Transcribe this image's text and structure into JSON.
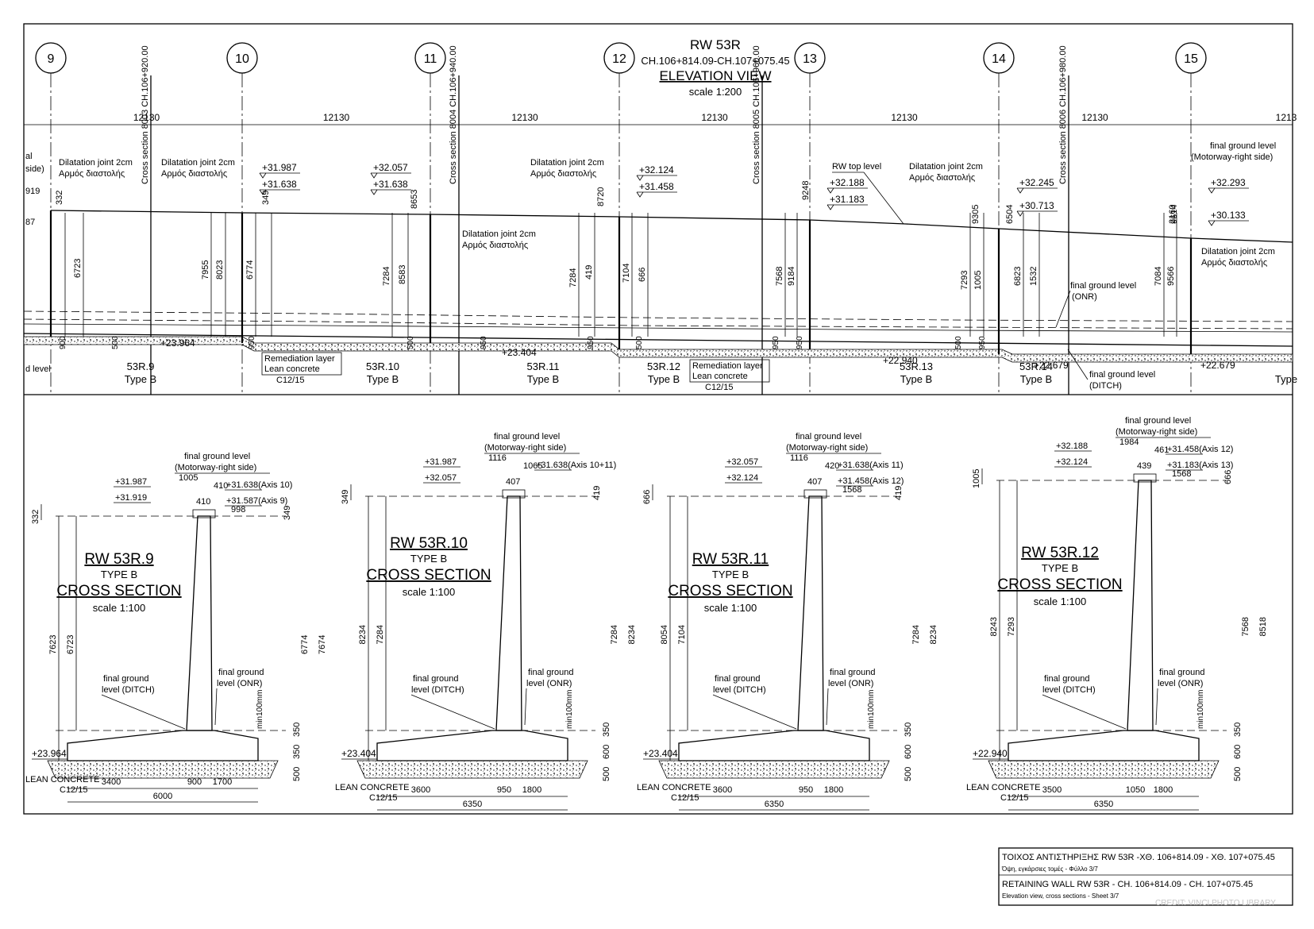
{
  "elevation": {
    "title": "RW 53R",
    "chainage": "CH.106+814.09-CH.107+075.45",
    "view_title": "ELEVATION VIEW",
    "scale": "scale 1:200",
    "axes": [
      "9",
      "10",
      "11",
      "12",
      "13",
      "14",
      "15"
    ],
    "spacing_labels": [
      "12130",
      "12130",
      "12130",
      "12130",
      "12130",
      "12130",
      "1213"
    ],
    "cross_sections": [
      "Cross section 8003 CH.106+920.00",
      "Cross section 8004 CH.106+940.00",
      "Cross section 8005 CH.106+960.00",
      "Cross section 8006 CH.106+980.00"
    ],
    "joint_en": "Dilatation joint 2cm",
    "joint_gr": "Αρμός διαστολής",
    "top_levels": [
      "+31.987",
      "+31.638",
      "+32.057",
      "+31.638",
      "+32.124",
      "+31.458",
      "+32.188",
      "+31.183",
      "+32.245",
      "+30.713",
      "+32.293",
      "+30.133"
    ],
    "rw_top_level": "RW top level",
    "fgl_motorway": "final ground level",
    "fgl_motorway_side": "(Motorway-right side)",
    "fgl_onr_label": "final ground level",
    "fgl_onr_side": "(ONR)",
    "fgl_ditch_label": "final ground level",
    "fgl_ditch_side": "(DITCH)",
    "left_cut_labels": [
      "al",
      "side)",
      "919",
      "87",
      "d level"
    ],
    "heights": [
      "332",
      "6723",
      "7955",
      "8023",
      "6774",
      "349",
      "7284",
      "8583",
      "8653",
      "7284",
      "419",
      "8720",
      "7104",
      "666",
      "7568",
      "9184",
      "9248",
      "7293",
      "1005",
      "9305",
      "6823",
      "1532",
      "7084",
      "9566",
      "9614",
      "6504",
      "2160"
    ],
    "footing_labels": [
      "900",
      "500",
      "950",
      "500",
      "950",
      "950",
      "500",
      "950",
      "950",
      "500",
      "950"
    ],
    "bottom_levels": [
      "+23.964",
      "+23.404",
      "+22.940",
      "+22.679",
      "+22.679"
    ],
    "remediation": "Remediation layer",
    "lean_concrete": "Lean concrete",
    "c1215": "C12/15",
    "segments": [
      {
        "name": "53R.9",
        "type": "Type B"
      },
      {
        "name": "53R.10",
        "type": "Type B"
      },
      {
        "name": "53R.11",
        "type": "Type B"
      },
      {
        "name": "53R.12",
        "type": "Type B"
      },
      {
        "name": "53R.13",
        "type": "Type B"
      },
      {
        "name": "53R.14",
        "type": "Type B"
      },
      {
        "name": "",
        "type": "Type"
      }
    ]
  },
  "sections": [
    {
      "title": "RW 53R.9",
      "type": "TYPE B",
      "subtitle": "CROSS SECTION",
      "scale": "scale 1:100",
      "fgl1": "final ground level",
      "fgl1b": "(Motorway-right side)",
      "levels": [
        "+31.987",
        "+31.919",
        "+31.638(Axis 10)",
        "+31.587(Axis 9)"
      ],
      "top_dims": [
        "1005",
        "410",
        "410",
        "998"
      ],
      "left_dims": [
        "332",
        "7623",
        "6723"
      ],
      "right_dims": [
        "349",
        "6774",
        "7674",
        "350",
        "350",
        "500"
      ],
      "ditch": "final ground",
      "ditch_b": "level (DITCH)",
      "onr": "final ground",
      "onr_b": "level (ONR)",
      "min": "min100mm",
      "base_level": "+23.964",
      "lean": "LEAN CONCRETE",
      "c": "C12/15",
      "bottom_dims": [
        "3400",
        "900",
        "1700"
      ],
      "total": "6000"
    },
    {
      "title": "RW 53R.10",
      "type": "TYPE B",
      "subtitle": "CROSS SECTION",
      "scale": "scale 1:100",
      "fgl1": "final ground level",
      "fgl1b": "(Motorway-right side)",
      "levels": [
        "+31.987",
        "+32.057",
        "+31.638(Axis 10+11)"
      ],
      "top_dims": [
        "1116",
        "407",
        "1065"
      ],
      "left_dims": [
        "349",
        "8234",
        "7284"
      ],
      "right_dims": [
        "419",
        "7284",
        "8234",
        "350",
        "600",
        "500"
      ],
      "ditch": "final ground",
      "ditch_b": "level (DITCH)",
      "onr": "final ground",
      "onr_b": "level (ONR)",
      "min": "min100mm",
      "base_level": "+23.404",
      "lean": "LEAN CONCRETE",
      "c": "C12/15",
      "bottom_dims": [
        "3600",
        "950",
        "1800"
      ],
      "total": "6350"
    },
    {
      "title": "RW 53R.11",
      "type": "TYPE B",
      "subtitle": "CROSS SECTION",
      "scale": "scale 1:100",
      "fgl1": "final ground level",
      "fgl1b": "(Motorway-right side)",
      "levels": [
        "+32.057",
        "+32.124",
        "+31.638(Axis 11)",
        "+31.458(Axis 12)"
      ],
      "top_dims": [
        "1116",
        "407",
        "420",
        "1568"
      ],
      "left_dims": [
        "666",
        "8054",
        "7104"
      ],
      "right_dims": [
        "419",
        "7284",
        "8234",
        "350",
        "600",
        "500"
      ],
      "ditch": "final ground",
      "ditch_b": "level (DITCH)",
      "onr": "final ground",
      "onr_b": "level (ONR)",
      "min": "min100mm",
      "base_level": "+23.404",
      "lean": "LEAN CONCRETE",
      "c": "C12/15",
      "bottom_dims": [
        "3600",
        "950",
        "1800"
      ],
      "total": "6350"
    },
    {
      "title": "RW 53R.12",
      "type": "TYPE B",
      "subtitle": "CROSS SECTION",
      "scale": "scale 1:100",
      "fgl1": "final ground level",
      "fgl1b": "(Motorway-right side)",
      "levels": [
        "+32.188",
        "+32.124",
        "+31.458(Axis 12)",
        "+31.183(Axis 13)"
      ],
      "top_dims": [
        "1984",
        "439",
        "461",
        "1568"
      ],
      "left_dims": [
        "1005",
        "8243",
        "7293"
      ],
      "right_dims": [
        "666",
        "7568",
        "8518",
        "350",
        "600",
        "500"
      ],
      "ditch": "final ground",
      "ditch_b": "level (DITCH)",
      "onr": "final ground",
      "onr_b": "level (ONR)",
      "min": "min100mm",
      "base_level": "+22.940",
      "lean": "LEAN CONCRETE",
      "c": "C12/15",
      "bottom_dims": [
        "3500",
        "1050",
        "1800"
      ],
      "total": "6350"
    }
  ],
  "title_block": {
    "line1": "ΤΟΙΧΟΣ ΑΝΤΙΣΤΗΡΙΞΗΣ RW 53R -ΧΘ. 106+814.09 - ΧΘ. 107+075.45",
    "line2": "Όψη, εγκάρσιες τομές - Φύλλο 3/7",
    "line3": "RETAINING WALL RW 53R - CH. 106+814.09 - CH. 107+075.45",
    "line4": "Elevation view, cross sections - Sheet 3/7",
    "credit": "CREDIT: VINCI PHOTO LIBRARY"
  }
}
